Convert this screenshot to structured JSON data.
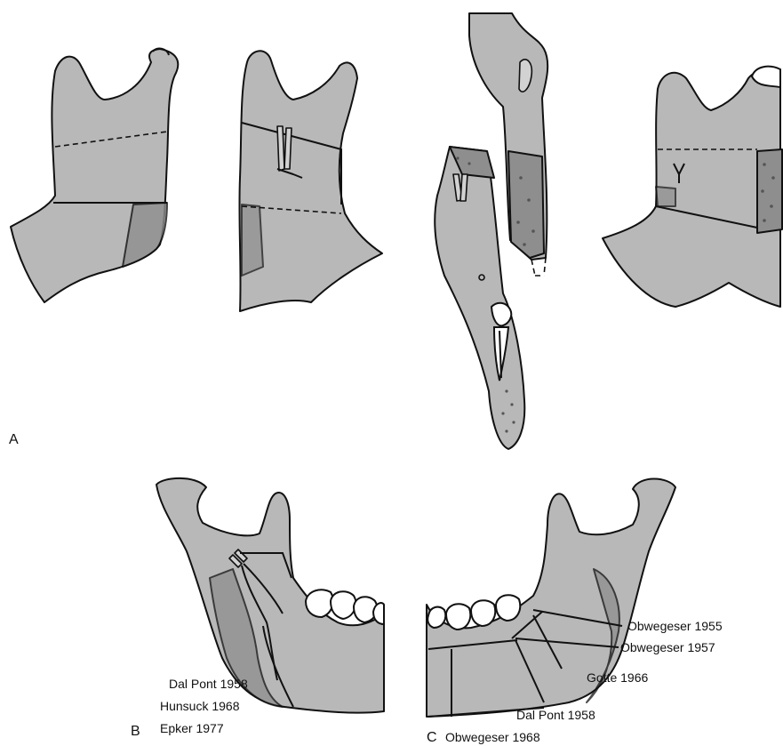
{
  "panels": {
    "a": "A",
    "b": "B",
    "c": "C"
  },
  "labels_b": {
    "dal_pont_1958": "Dal Pont 1958",
    "hunsuck_1968": "Hunsuck 1968",
    "epker_1977": "Epker 1977"
  },
  "labels_c": {
    "obwegeser_1955": "Obwegeser 1955",
    "obwegeser_1957": "Obwegeser 1957",
    "gotte_1966": "Gotte 1966",
    "dal_pont_1958": "Dal Pont 1958",
    "obwegeser_1968": "Obwegeser 1968"
  }
}
